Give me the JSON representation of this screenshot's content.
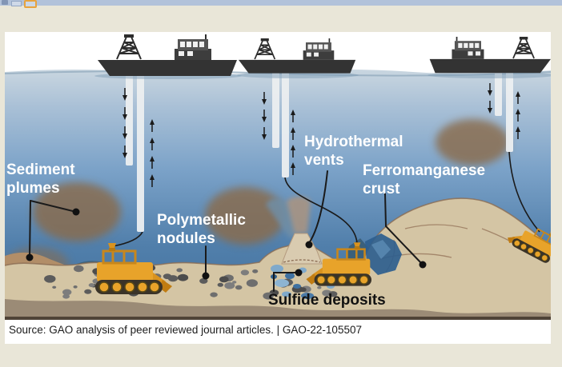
{
  "toolbar": {
    "icons": [
      {
        "name": "window-icon-small"
      },
      {
        "name": "window-icon-wide"
      },
      {
        "name": "active-tool-icon",
        "highlighted": true
      }
    ]
  },
  "figure": {
    "labels": {
      "sediment_plumes": "Sediment\nplumes",
      "polymetallic_nodules": "Polymetallic\nnodules",
      "hydrothermal_vents": "Hydrothermal\nvents",
      "ferromanganese_crust": "Ferromanganese\ncrust",
      "sulfide_deposits": "Sulfide deposits"
    },
    "source_line": "Source: GAO analysis of peer reviewed journal articles.  |  GAO-22-105507",
    "colors": {
      "background_beige": "#e9e6d8",
      "toolbar_blue": "#b2c2da",
      "highlight_orange": "#e8a33d",
      "water_top": "#c9d6e0",
      "water_bottom": "#40709d",
      "seafloor_tan": "#d4c5a4",
      "substrate_brown": "#9b8b76",
      "plume_brown": "#8a6a48",
      "ship_charcoal": "#333333",
      "vehicle_orange": "#e8a32a",
      "sulfide_blue": "#3f71a1",
      "label_white": "#ffffff",
      "label_black": "#111111"
    },
    "icon_names": [
      "ship-icon",
      "derrick-icon",
      "riser-pipe-icon",
      "mining-vehicle-icon",
      "sediment-plume-icon",
      "hydrothermal-vent-icon",
      "callout-dot-icon",
      "flow-arrow-icon"
    ]
  }
}
